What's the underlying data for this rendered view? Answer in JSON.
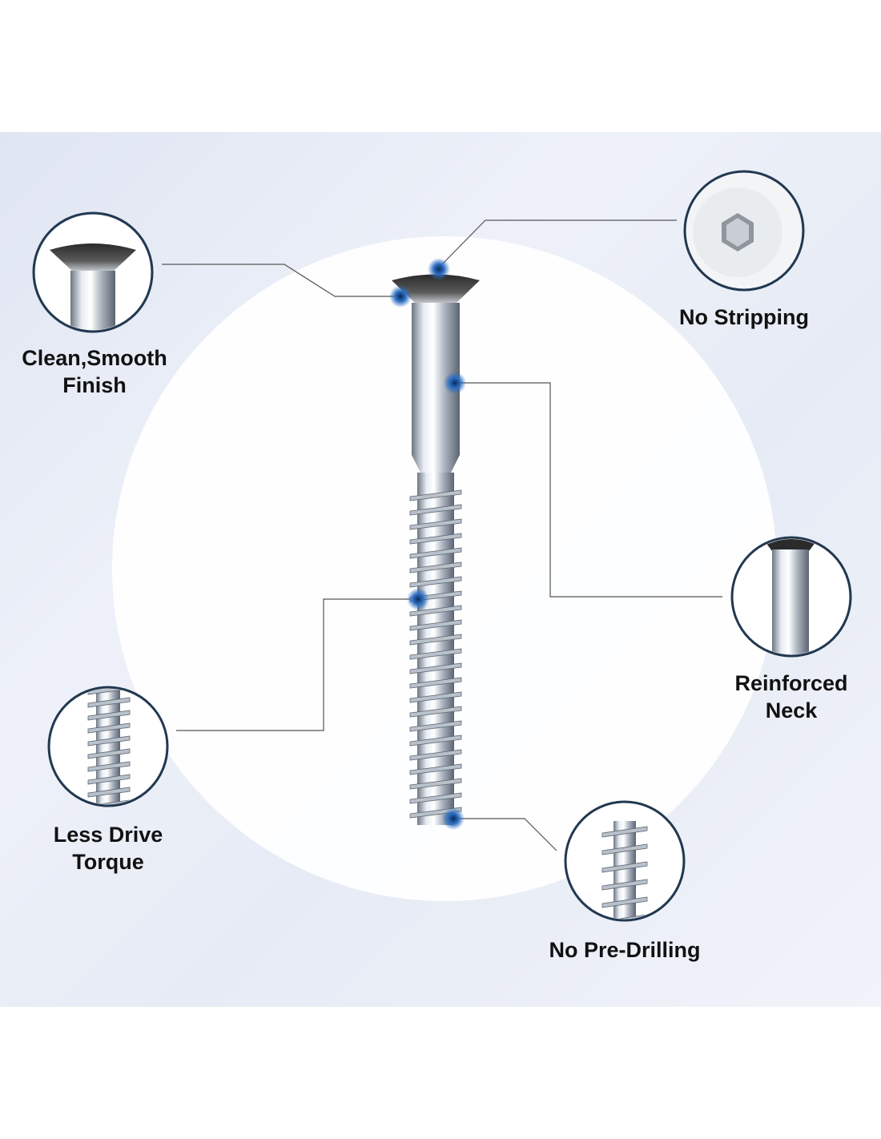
{
  "features": {
    "clean_finish": {
      "line1": "Clean,Smooth",
      "line2": "Finish"
    },
    "no_stripping": {
      "line1": "No Stripping"
    },
    "reinforced_neck": {
      "line1": "Reinforced",
      "line2": "Neck"
    },
    "less_drive_torque": {
      "line1": "Less Drive",
      "line2": "Torque"
    },
    "no_pre_drilling": {
      "line1": "No Pre-Drilling"
    }
  },
  "colors": {
    "marker": "#1f5fa8",
    "callout_ring": "#22384f",
    "leader_line": "#555555"
  }
}
